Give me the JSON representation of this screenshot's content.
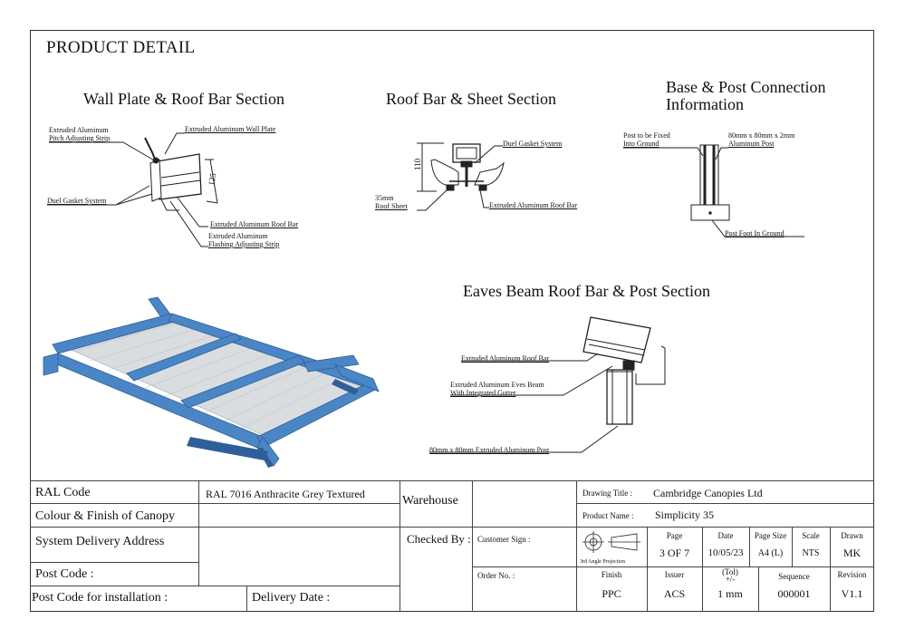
{
  "page_title": "PRODUCT DETAIL",
  "sections": {
    "wall_plate": {
      "title": "Wall Plate & Roof Bar Section",
      "labels": {
        "pitch_strip_line1": "Extruded Aluminum",
        "pitch_strip_line2": "Pitch Adjusting Strip",
        "wall_plate": "Extruded Aluminum Wall Plate",
        "gasket": "Duel Gasket System",
        "roof_bar": "Extruded Aluminum Roof Bar",
        "flashing_line1": "Extruded Aluminum",
        "flashing_line2": "Flashing Adjusting Strip",
        "dim_125": "125"
      }
    },
    "roof_bar": {
      "title": "Roof Bar & Sheet Section",
      "labels": {
        "gasket": "Duel Gasket System",
        "sheet_line1": "35mm",
        "sheet_line2": "Roof Sheet",
        "roof_bar": "Extruded Aluminum Roof Bar",
        "dim_110": "110"
      }
    },
    "base_post": {
      "title_line1": "Base & Post Connection",
      "title_line2": "Information",
      "labels": {
        "post_fixed_line1": "Post to be Fixed",
        "post_fixed_line2": "Into Ground",
        "post_size_line1": "80mm x 80mm x 2mm",
        "post_size_line2": "Aluminum Post",
        "post_foot": "Post Foot In Ground"
      }
    },
    "eaves": {
      "title": "Eaves Beam Roof Bar & Post Section",
      "labels": {
        "roof_bar": "Extruded Aluminum Roof Bar",
        "eaves_line1": "Extruded Aluminum Eves Beam",
        "eaves_line2": "With Integrated Gutter",
        "post": "80mm x 80mm Extruded Aluminum Post"
      }
    }
  },
  "title_block": {
    "ral_label": "RAL Code",
    "ral_value": "RAL 7016 Anthracite Grey Textured",
    "colour_label": "Colour & Finish of Canopy",
    "colour_value": "",
    "delivery_label": "System Delivery Address",
    "postcode_label": "Post Code :",
    "postcode_install_label": "Post Code for installation :",
    "delivery_date_label": "Delivery Date :",
    "warehouse_label": "Warehouse",
    "checked_by_label": "Checked By :",
    "customer_sign_label": "Customer Sign :",
    "order_no_label": "Order No. :",
    "drawing_title_label": "Drawing Title :",
    "drawing_title_value": "Cambridge Canopies Ltd",
    "product_name_label": "Product Name :",
    "product_name_value": "Simplicity 35",
    "projection_label": "3rd Angle Projection",
    "page_label": "Page",
    "page_value": "3 OF 7",
    "date_label": "Date",
    "date_value": "10/05/23",
    "page_size_label": "Page Size",
    "page_size_value": "A4 (L)",
    "scale_label": "Scale",
    "scale_value": "NTS",
    "drawn_label": "Drawn",
    "drawn_value": "MK",
    "finish_label": "Finish",
    "finish_value": "PPC",
    "issuer_label": "Issuer",
    "issuer_value": "ACS",
    "tol_label_line1": "(Tol)",
    "tol_label_line2": "+/-",
    "tol_value": "1 mm",
    "sequence_label": "Sequence",
    "sequence_value": "000001",
    "revision_label": "Revision",
    "revision_value": "V1.1"
  },
  "colors": {
    "canopy_blue": "#4a86c5",
    "canopy_blue_dark": "#2f5f99",
    "sheet_grey": "#d9dde0",
    "line": "#222222"
  }
}
